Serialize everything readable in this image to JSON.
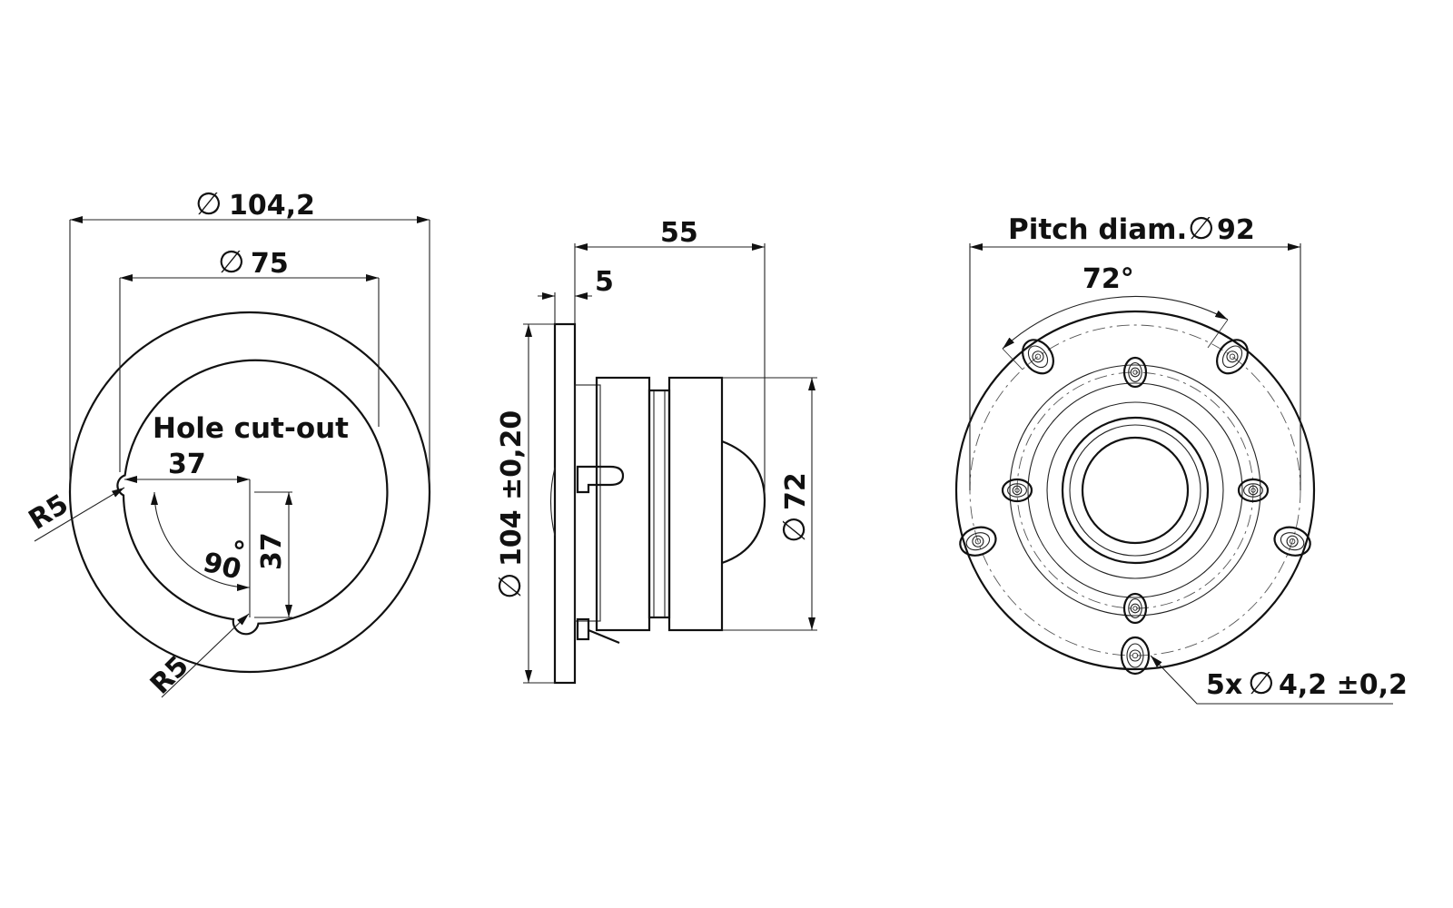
{
  "cutout_view": {
    "outer_diameter": "104,2",
    "hole_diameter": "75",
    "hole_label": "Hole cut-out",
    "offset_horizontal": "37",
    "offset_vertical": "37",
    "angle": "90",
    "degree_mark": "°",
    "radius_upper": "R5",
    "radius_lower": "R5"
  },
  "side_view": {
    "total_depth": "55",
    "flange_thickness": "5",
    "flange_diameter": "104 ±0,20",
    "body_diameter": "72"
  },
  "front_view": {
    "pitch_label": "Pitch diam.",
    "pitch_diameter": "92",
    "hole_angle": "72°",
    "mounting_holes": "5x",
    "hole_spec": "4,2 ±0,2"
  },
  "symbols": {
    "diameter": "∅"
  }
}
